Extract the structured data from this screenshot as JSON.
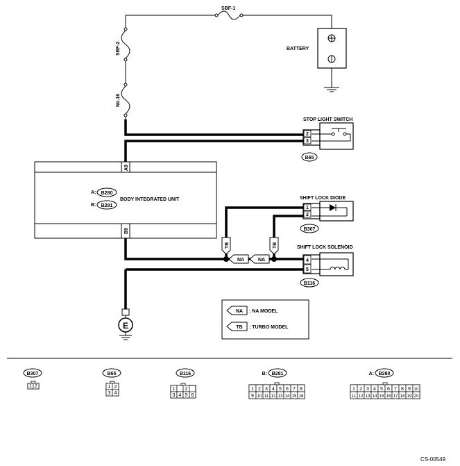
{
  "components": {
    "battery": "BATTERY",
    "sbf1": "SBF-1",
    "sbf2": "SBF-2",
    "fuse16": "No.16",
    "stop_light_switch": "STOP LIGHT SWITCH",
    "shift_lock_diode": "SHIFT LOCK DIODE",
    "shift_lock_solenoid": "SHIFT LOCK SOLENOID",
    "body_integrated_unit": "BODY INTEGRATED UNIT",
    "ground": "E"
  },
  "unit_connectors": {
    "a_prefix": "A:",
    "a_code": "B280",
    "b_prefix": "B:",
    "b_code": "B281",
    "pin_a9": "A9",
    "pin_b9": "B9"
  },
  "connector_tags": {
    "stop_light": "B65",
    "diode": "B307",
    "solenoid": "B116"
  },
  "pins": {
    "sls_top": "2",
    "sls_bottom": "3",
    "diode_top": "1",
    "diode_bottom": "2",
    "sol_top": "4",
    "sol_bottom": "5"
  },
  "wire_tags": {
    "tb": "TB",
    "na": "NA"
  },
  "legend": {
    "na_tag": "NA",
    "na_text": ": NA MODEL",
    "tb_tag": "TB",
    "tb_text": ": TURBO MODEL"
  },
  "connector_views": [
    {
      "code": "B307",
      "rows": [
        [
          "1",
          "2"
        ]
      ]
    },
    {
      "code": "B65",
      "rows": [
        [
          "1",
          "2"
        ],
        [
          "3",
          "4"
        ]
      ]
    },
    {
      "code": "B116",
      "rows": [
        [
          "1",
          "",
          "2"
        ],
        [
          "3",
          "4",
          "5",
          "6"
        ]
      ]
    },
    {
      "prefix": "B:",
      "code": "B281",
      "rows": [
        [
          "1",
          "2",
          "3",
          "4",
          "5",
          "6",
          "7",
          "8"
        ],
        [
          "9",
          "10",
          "11",
          "12",
          "13",
          "14",
          "15",
          "16"
        ]
      ]
    },
    {
      "prefix": "A:",
      "code": "B280",
      "rows": [
        [
          "1",
          "2",
          "3",
          "4",
          "5",
          "6",
          "7",
          "8",
          "9",
          "10"
        ],
        [
          "11",
          "12",
          "13",
          "14",
          "15",
          "16",
          "17",
          "18",
          "19",
          "20"
        ]
      ]
    }
  ],
  "footer_code": "CS-00549"
}
